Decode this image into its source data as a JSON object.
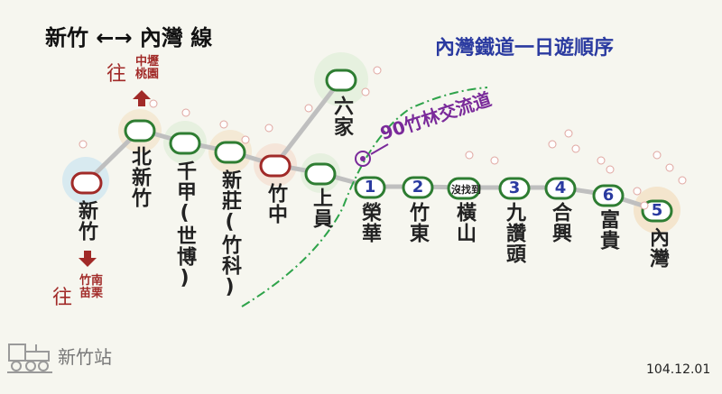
{
  "title": "新竹 ←→ 內灣 線",
  "subtitle": "內灣鐵道一日遊順序",
  "exit_label": "90竹林交流道",
  "directions": {
    "north": {
      "wang": "往",
      "dest_line1": "中壢",
      "dest_line2": "桃園"
    },
    "south": {
      "wang": "往",
      "dest_line1": "竹南",
      "dest_line2": "苗栗"
    }
  },
  "stations": [
    {
      "name": "新竹"
    },
    {
      "name": "北新竹"
    },
    {
      "name": "千甲(世博)"
    },
    {
      "name": "新莊(竹科)"
    },
    {
      "name": "竹中"
    },
    {
      "name": "六家"
    },
    {
      "name": "上員"
    },
    {
      "name": "榮華",
      "order": "1"
    },
    {
      "name": "竹東",
      "order": "2"
    },
    {
      "name": "橫山",
      "note": "沒找到"
    },
    {
      "name": "九讚頭",
      "order": "3"
    },
    {
      "name": "合興",
      "order": "4"
    },
    {
      "name": "富貴",
      "order": "6"
    },
    {
      "name": "內灣",
      "order": "5"
    }
  ],
  "footer": {
    "station_label": "新竹站",
    "date": "104.12.01"
  },
  "colors": {
    "track_green": "#2e7d32",
    "terminal_red": "#a12a28",
    "order_blue": "#2a3aa0",
    "exit_purple": "#7a2a9a",
    "highway_green": "#2ea34a"
  }
}
